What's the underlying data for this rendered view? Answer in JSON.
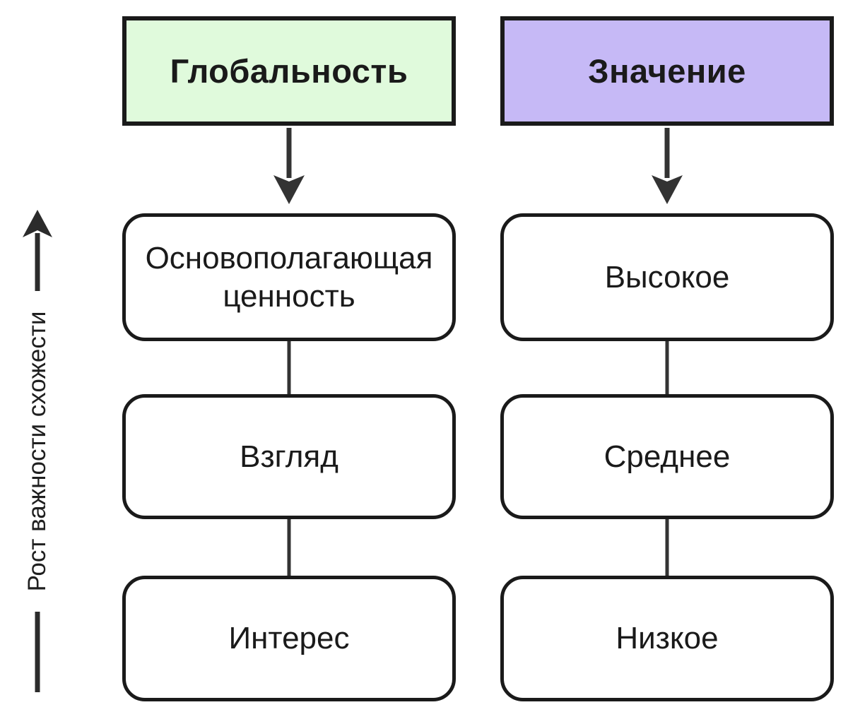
{
  "diagram": {
    "axis_label": "Рост важности схожести",
    "columns": [
      {
        "header": "Глобальность",
        "header_bg": "#e0fadc",
        "nodes": [
          "Основополагающая ценность",
          "Взгляд",
          "Интерес"
        ]
      },
      {
        "header": "Значение",
        "header_bg": "#c6b9f6",
        "nodes": [
          "Высокое",
          "Среднее",
          "Низкое"
        ]
      }
    ],
    "colors": {
      "green_header": "#e0fadc",
      "purple_header": "#c6b9f6",
      "connector_line": "#333333",
      "box_border": "#1a1a1a",
      "node_bg": "#ffffff",
      "background": "#ffffff"
    }
  }
}
